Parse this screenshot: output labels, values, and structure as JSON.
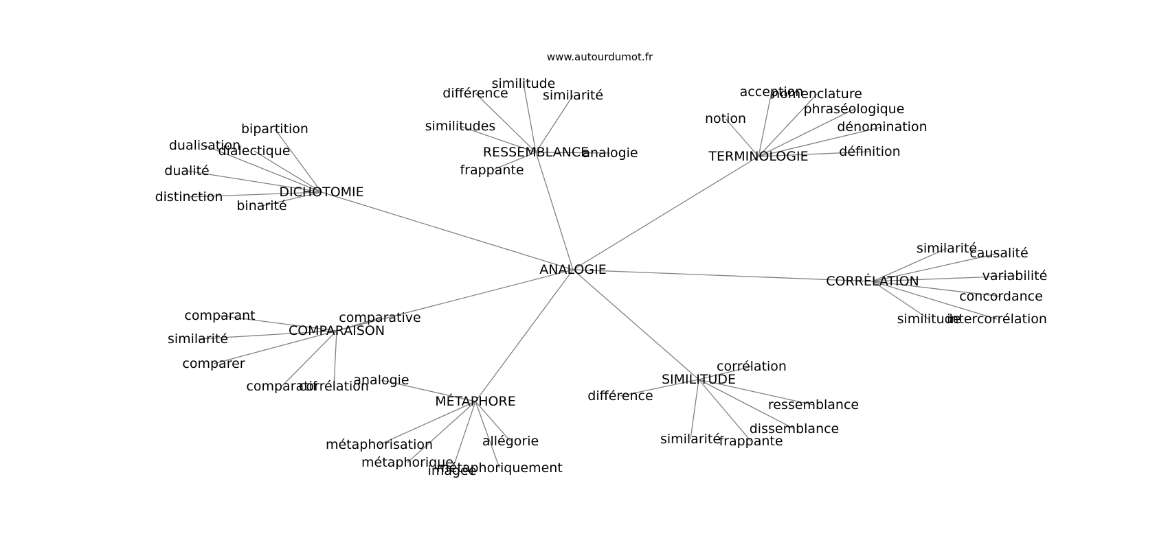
{
  "source": "www.autourdumot.fr",
  "root": "ANALOGIE",
  "groups": [
    {
      "key": "dichotomie",
      "label": "DICHOTOMIE",
      "words": [
        "bipartition",
        "dualisation",
        "dialectique",
        "dualité",
        "distinction",
        "binarité"
      ]
    },
    {
      "key": "ressemblance",
      "label": "RESSEMBLANCE",
      "words": [
        "similitude",
        "différence",
        "similarité",
        "similitudes",
        "analogie",
        "frappante"
      ]
    },
    {
      "key": "terminologie",
      "label": "TERMINOLOGIE",
      "words": [
        "acception",
        "nomenclature",
        "phraséologique",
        "notion",
        "dénomination",
        "définition"
      ]
    },
    {
      "key": "correlation",
      "label": "CORRÉLATION",
      "words": [
        "similarité",
        "causalité",
        "variabilité",
        "concordance",
        "similitude",
        "intercorrélation"
      ]
    },
    {
      "key": "comparaison",
      "label": "COMPARAISON",
      "words": [
        "comparant",
        "comparative",
        "similarité",
        "comparer",
        "comparatif",
        "corrélation"
      ]
    },
    {
      "key": "metaphore",
      "label": "MÉTAPHORE",
      "words": [
        "analogie",
        "métaphorisation",
        "allégorie",
        "métaphorique",
        "imagée",
        "métaphoriquement"
      ]
    },
    {
      "key": "similitude",
      "label": "SIMILITUDE",
      "words": [
        "corrélation",
        "différence",
        "ressemblance",
        "dissemblance",
        "similarité",
        "frappante"
      ]
    }
  ]
}
